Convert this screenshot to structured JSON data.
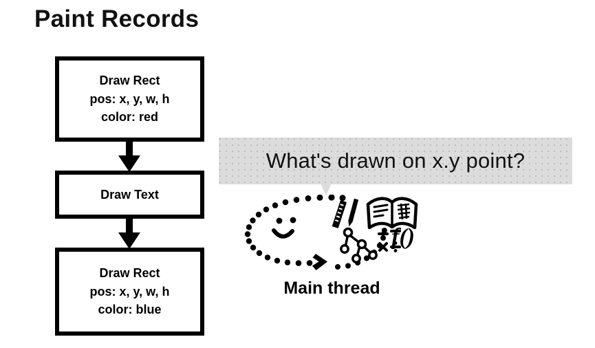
{
  "slide": {
    "title": "Paint Records",
    "background_color": "#ffffff"
  },
  "paint_records": {
    "boxes": [
      {
        "name": "draw-rect-red",
        "lines": [
          "Draw Rect",
          "pos: x, y, w, h",
          "color: red"
        ]
      },
      {
        "name": "draw-text",
        "lines": [
          "Draw Text"
        ]
      },
      {
        "name": "draw-rect-blue",
        "lines": [
          "Draw Rect",
          "pos: x, y, w, h",
          "color: blue"
        ]
      }
    ],
    "border_color": "#000000",
    "fill_color": "#ffffff"
  },
  "question": {
    "bubble_text": "What's drawn on x.y point?",
    "bubble_color": "#dcdcdc",
    "text_color": "#111111"
  },
  "main_thread": {
    "label": "Main thread",
    "icons": [
      "smiley-face-icon",
      "ruler-icon",
      "pencil-icon",
      "open-book-icon",
      "node-tree-icon",
      "math-operators-icon",
      "function-notation-icon",
      "chevron-arrow-icon"
    ],
    "math_operators": [
      "+",
      "−",
      "×",
      "÷"
    ],
    "function_notation": "f()",
    "outline_style": "dotted-oval"
  }
}
